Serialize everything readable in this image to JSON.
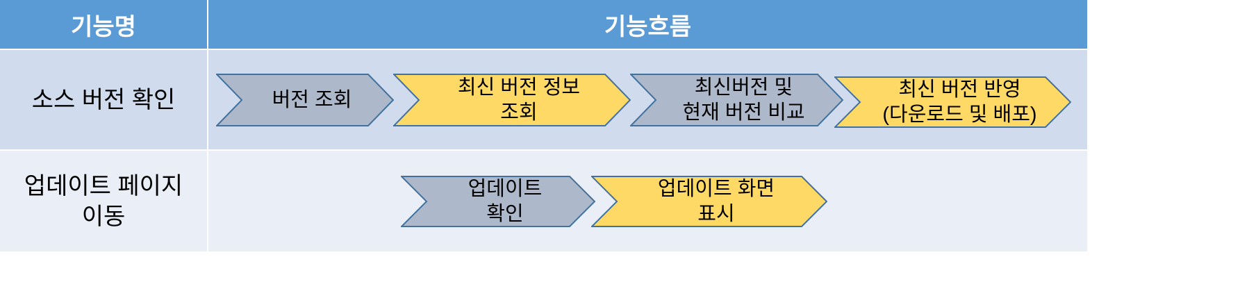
{
  "header": {
    "col1": "기능명",
    "col2": "기능흐름"
  },
  "rows": [
    {
      "name": "소스 버전 확인",
      "steps": [
        {
          "label": "버전 조회",
          "color": "gray"
        },
        {
          "label": "최신 버전 정보\n조회",
          "color": "yellow"
        },
        {
          "label": "최신버전 및\n현재 버전 비교",
          "color": "gray"
        },
        {
          "label": "최신 버전 반영\n(다운로드 및 배포)",
          "color": "yellow"
        }
      ]
    },
    {
      "name": "업데이트 페이지\n이동",
      "steps": [
        {
          "label": "업데이트\n확인",
          "color": "gray"
        },
        {
          "label": "업데이트 화면\n표시",
          "color": "yellow"
        }
      ]
    }
  ],
  "colors": {
    "header": "#5B9BD5",
    "row1": "#D0DCEE",
    "row2": "#E9EEF7",
    "gray": "#ADB9CA",
    "yellow": "#FFD966",
    "stroke": "#41719C"
  }
}
